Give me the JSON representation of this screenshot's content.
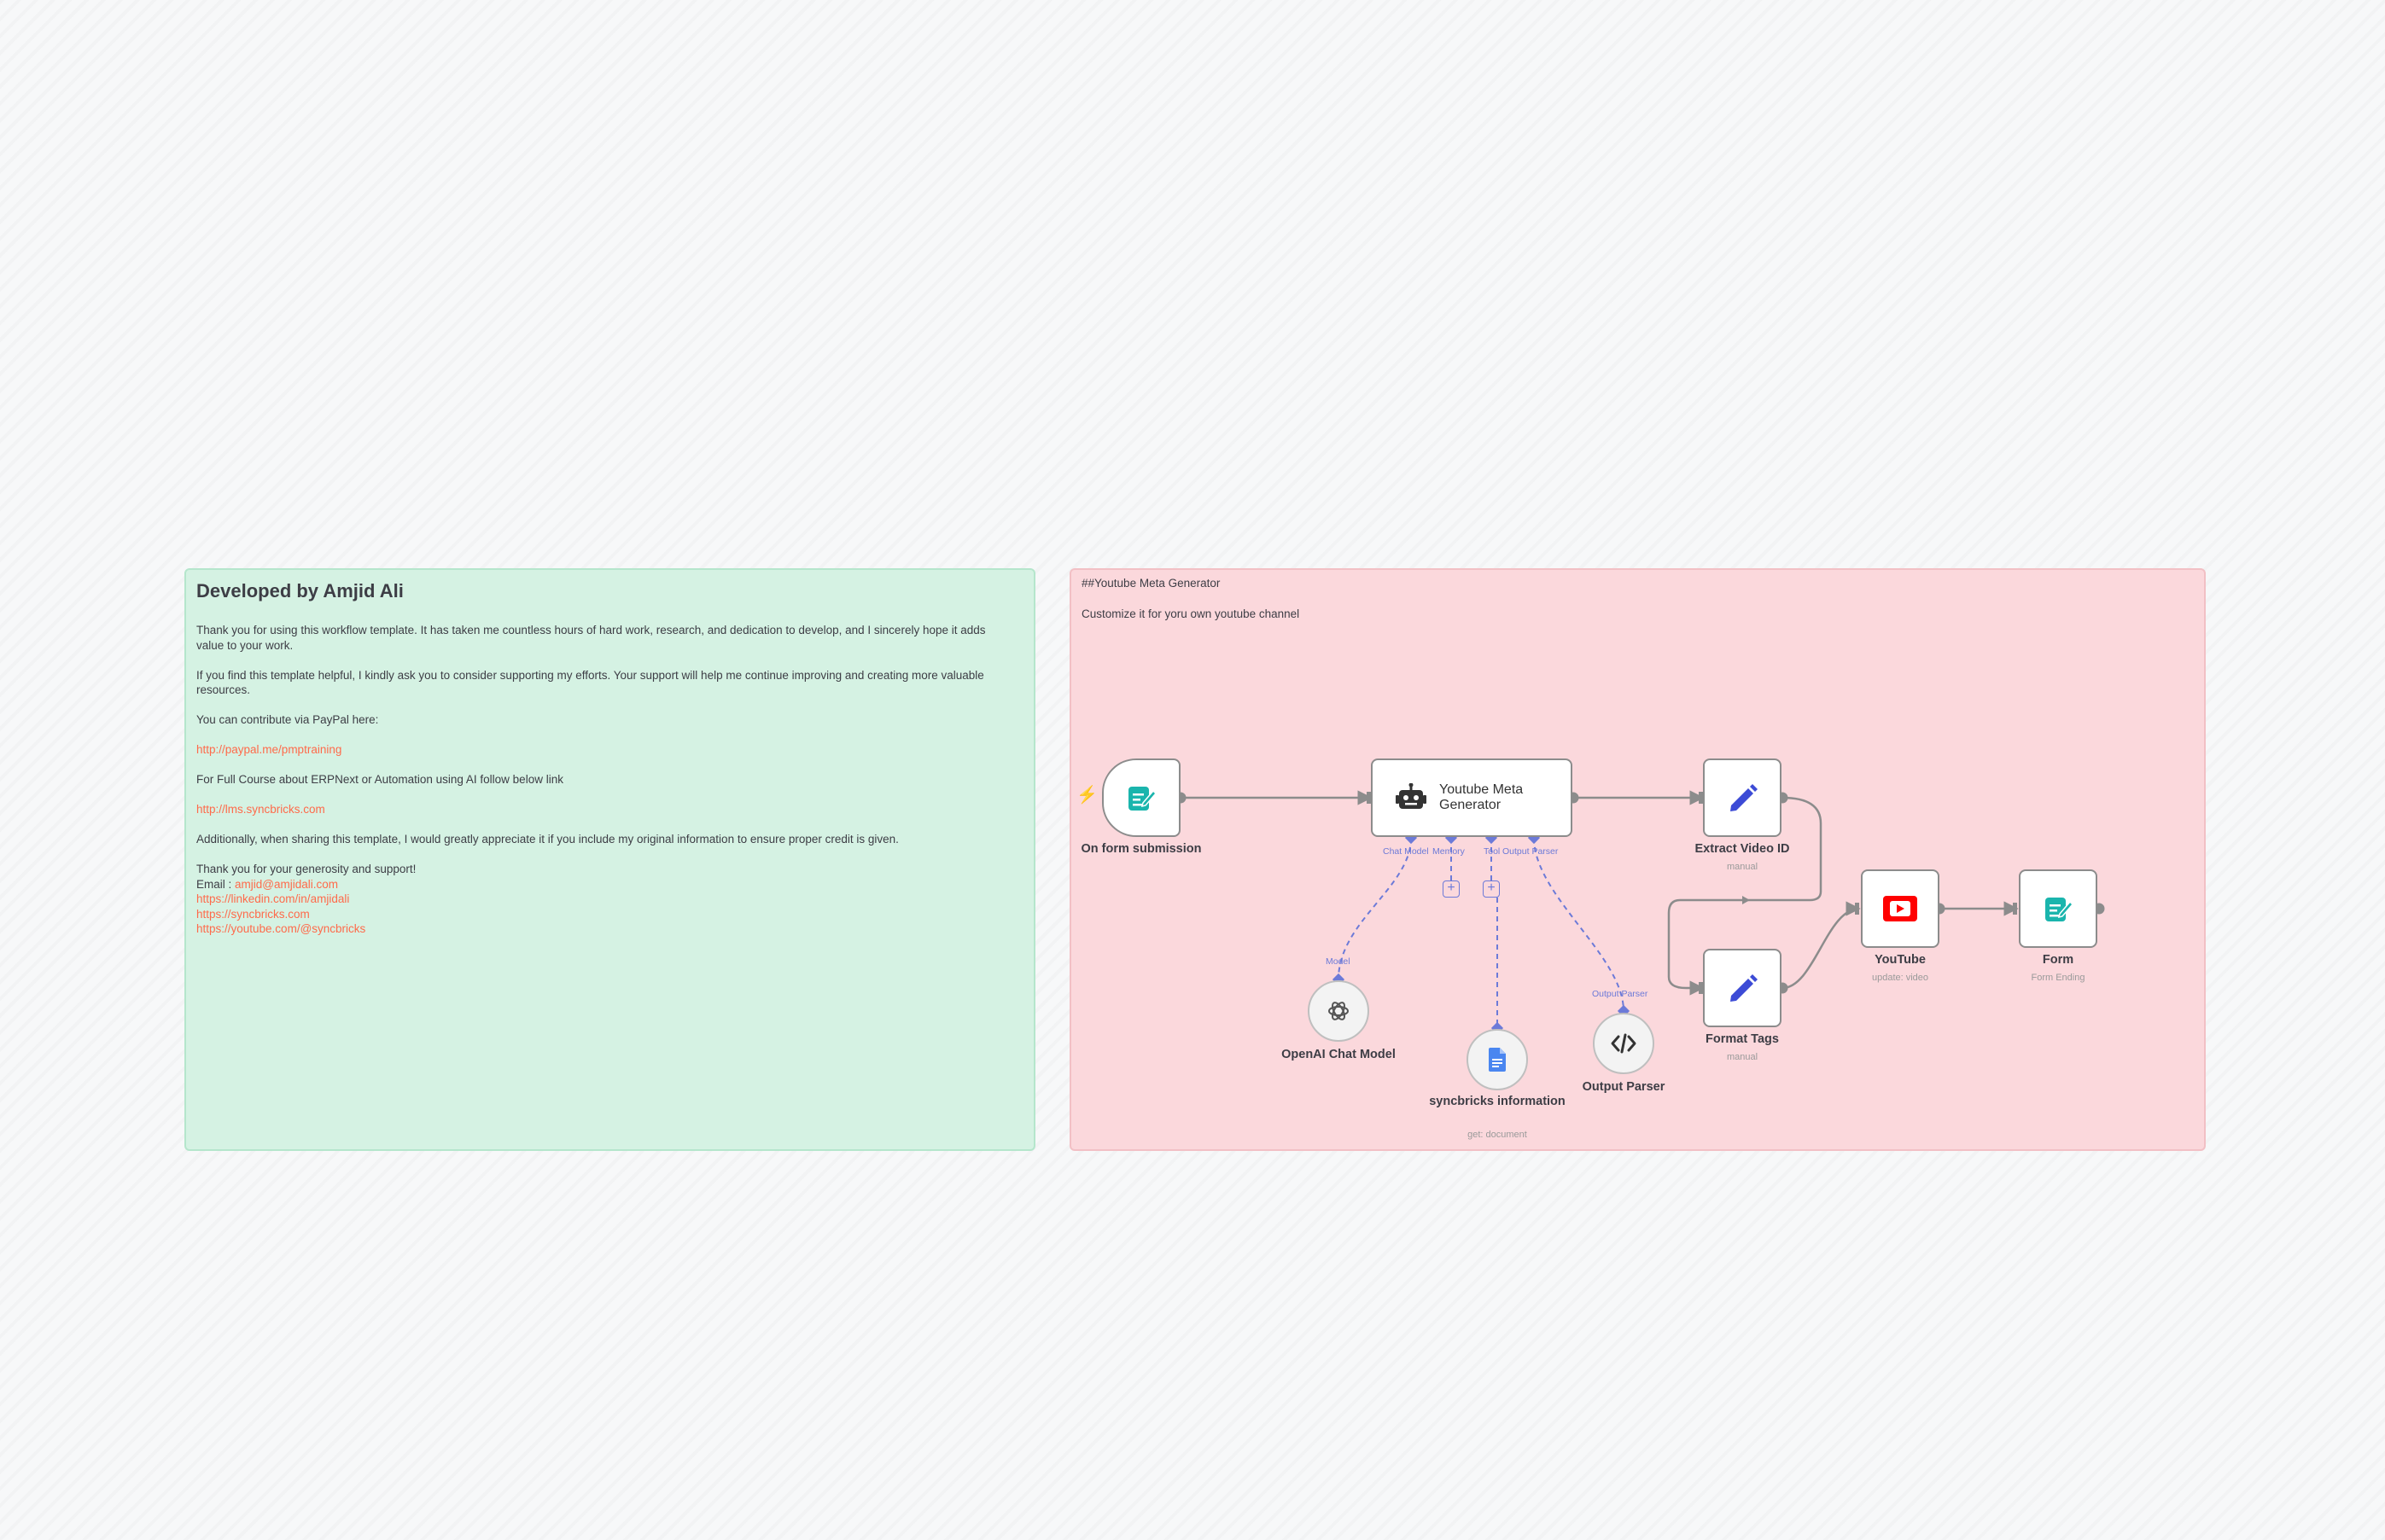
{
  "notes": {
    "credits": {
      "title": "Developed by Amjid Ali",
      "p1": "Thank you for using this workflow template. It has taken me countless hours of hard work, research, and dedication to develop, and I sincerely hope it adds value to your work.",
      "p2": "If you find this template helpful, I kindly ask you to consider supporting my efforts. Your support will help me continue improving and creating more valuable resources.",
      "p3": "You can contribute via PayPal here:",
      "paypal_link": "http://paypal.me/pmptraining",
      "p4": "For Full Course about ERPNext or Automation using AI follow below link",
      "lms_link": "http://lms.syncbricks.com",
      "p5": "Additionally, when sharing this template, I would greatly appreciate it if you include my original information to ensure proper credit is given.",
      "p6": "Thank you for your generosity and support!",
      "email_label": "Email : ",
      "email": "amjid@amjidali.com",
      "linkedin": "https://linkedin.com/in/amjidali",
      "website": "https://syncbricks.com",
      "youtube": "https://youtube.com/@syncbricks"
    },
    "workflow": {
      "title": "##Youtube Meta Generator",
      "subtitle": "Customize it for yoru own youtube channel"
    }
  },
  "nodes": {
    "form_trigger": {
      "label": "On form submission",
      "icon": "form-icon"
    },
    "agent": {
      "label": "Youtube Meta Generator",
      "icon": "robot-icon"
    },
    "extract": {
      "label": "Extract Video ID",
      "sub": "manual",
      "icon": "pencil-icon"
    },
    "format_tags": {
      "label": "Format Tags",
      "sub": "manual",
      "icon": "pencil-icon"
    },
    "youtube": {
      "label": "YouTube",
      "sub": "update: video",
      "icon": "youtube-icon"
    },
    "form_end": {
      "label": "Form",
      "sub": "Form Ending",
      "icon": "form-icon"
    },
    "openai": {
      "label": "OpenAI Chat Model",
      "icon": "openai-icon"
    },
    "doc": {
      "label": "syncbricks information",
      "sub": "get: document",
      "icon": "google-docs-icon"
    },
    "parser": {
      "label": "Output Parser",
      "icon": "code-icon"
    }
  },
  "ports": {
    "chat_model": "Chat Model",
    "memory": "Memory",
    "tool": "Tool",
    "output_parser": "Output Parser",
    "model": "Model",
    "parser_in": "Output Parser"
  },
  "colors": {
    "green_note": "#d5f2e3",
    "red_note": "#fbd8dc",
    "accent_link": "#ff6a4a",
    "port": "#6c7ad8",
    "teal": "#1ab5ad",
    "blue_pencil": "#3c4bd6",
    "youtube_red": "#ff0000"
  }
}
